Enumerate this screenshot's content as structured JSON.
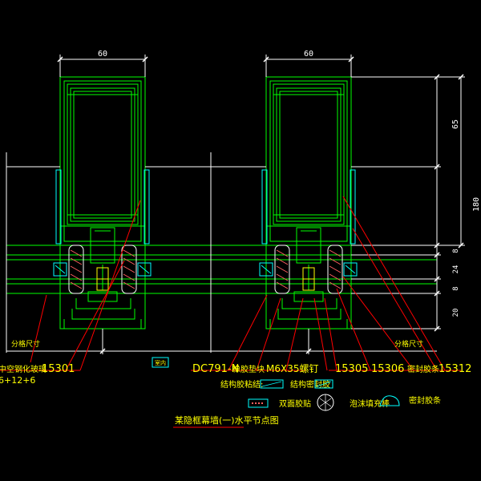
{
  "dimensions": {
    "width_left": "60",
    "width_right": "60",
    "v_65": "65",
    "v_180": "180",
    "v_8a": "8",
    "v_24": "24",
    "v_8b": "8",
    "v_20": "20"
  },
  "callouts": {
    "glass_label": "中空钢化玻璃",
    "glass_spec": "6+12+6",
    "fenge_left": "分格尺寸",
    "fenge_right": "分格尺寸",
    "part_15301": "15301",
    "part_dc791": "DC791-N",
    "part_jiaotiao": "橡胶垫块",
    "part_screw": "M6X35螺钉",
    "part_15305": "15305",
    "part_15306": "15306",
    "part_mifeng": "密封胶条",
    "part_15312": "15312",
    "inner_tag": "室内"
  },
  "legend": {
    "item1": "结构胶粘结:",
    "item2": "结构密封胶",
    "item3": "双面胶贴",
    "item4": "泡沫填充棒",
    "item5": "密封胶条"
  },
  "title": "某隐框幕墙(一)水平节点图",
  "colors": {
    "background": "#000000",
    "profile": "#00ff00",
    "gasket": "#00ffff",
    "dimension": "#ffffff",
    "leader": "#ff0000",
    "text": "#ffff00"
  }
}
